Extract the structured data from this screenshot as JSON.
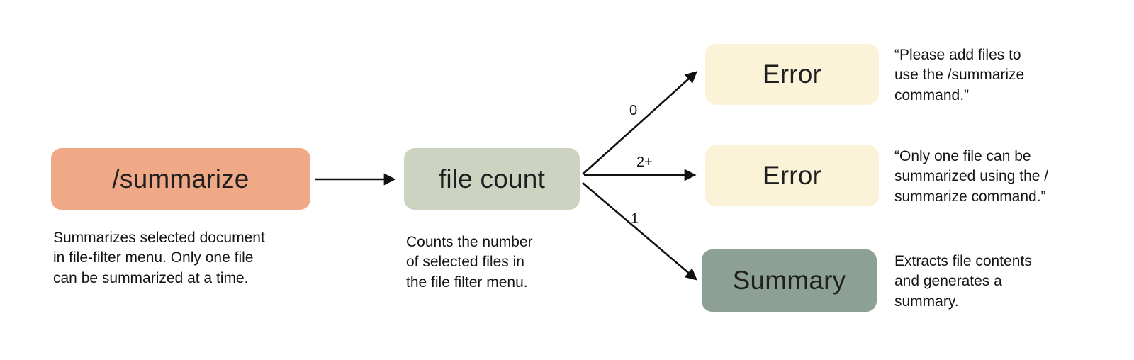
{
  "diagram": {
    "title": "summarize-command-flowchart",
    "colors": {
      "command_node": "#efa987",
      "process_node": "#ccd3c0",
      "error_node": "#faf3d7",
      "result_node": "#8ca095",
      "line": "#111111",
      "text": "#141414"
    },
    "nodes": {
      "summarize": {
        "label": "/summarize",
        "caption": "Summarizes selected document\nin file-filter menu. Only one file\ncan be summarized at a time."
      },
      "file_count": {
        "label": "file count",
        "caption": "Counts the number\nof selected files in\nthe file filter menu."
      },
      "error_zero": {
        "label": "Error",
        "note": "“Please add files to\nuse the /summarize\ncommand.”"
      },
      "error_many": {
        "label": "Error",
        "note": "“Only one file can be\nsummarized using the /\nsummarize command.”"
      },
      "summary": {
        "label": "Summary",
        "note": "Extracts file contents\nand generates a\nsummary."
      }
    },
    "edges": {
      "zero_label": "0",
      "many_label": "2+",
      "one_label": "1"
    }
  }
}
